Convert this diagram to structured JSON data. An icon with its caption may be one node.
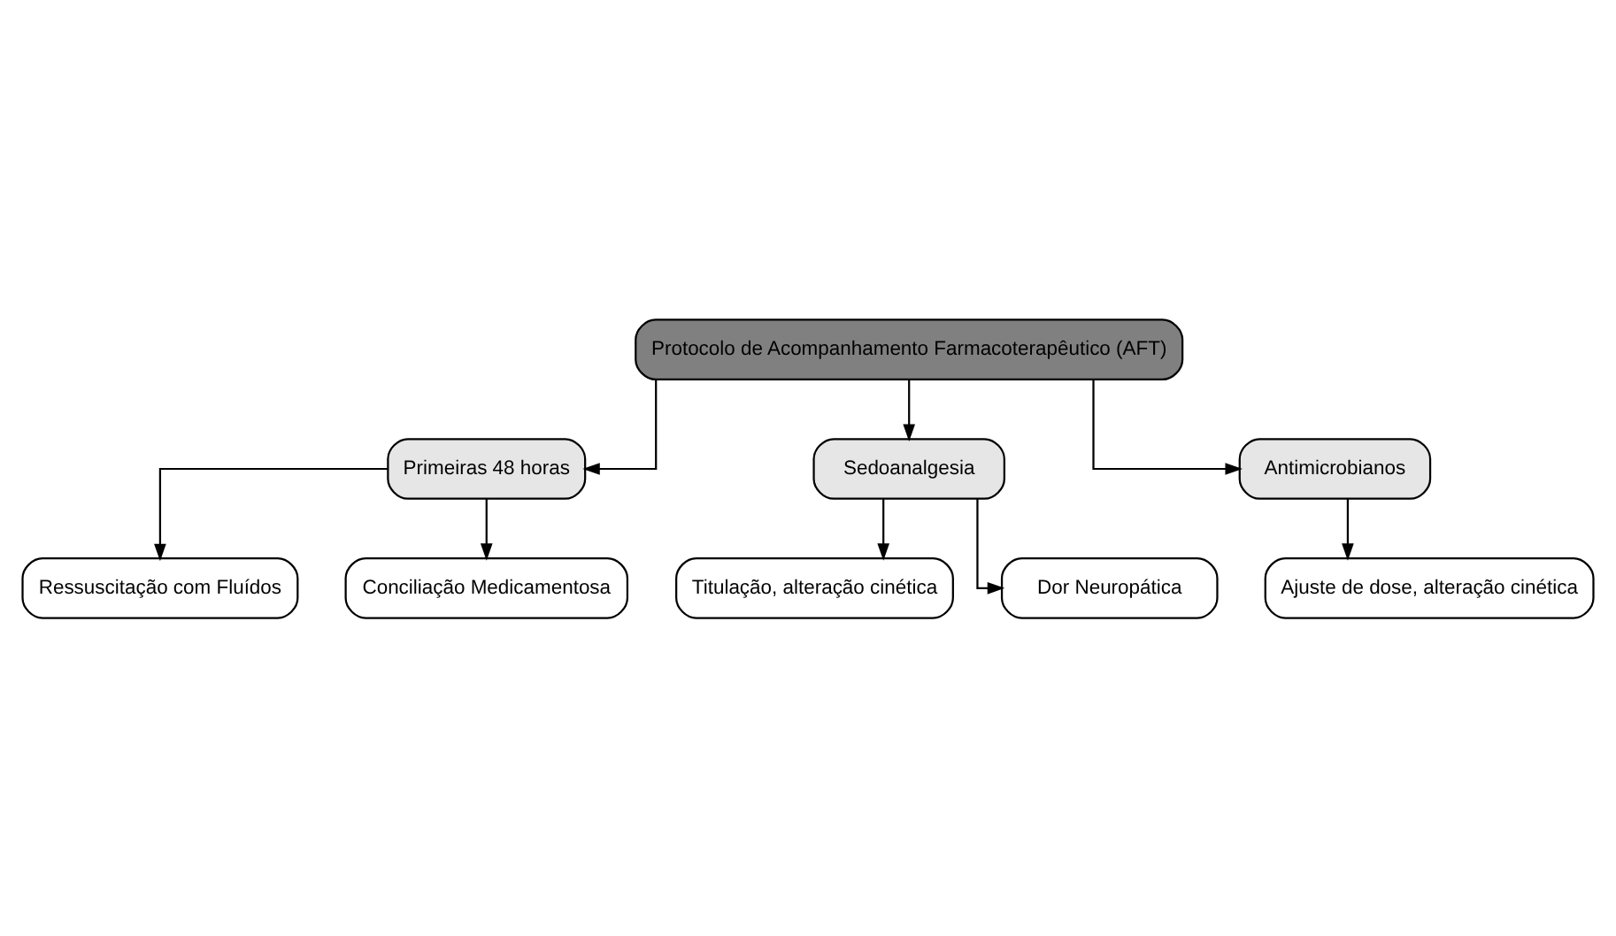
{
  "diagram": {
    "nodes": [
      {
        "text": [
          "Protocolo de Acompanhamento Farmacoterapêutico (AFT)"
        ]
      },
      {
        "text": [
          "Primeiras 48 horas"
        ]
      },
      {
        "text": [
          "Sedoanalgesia"
        ]
      },
      {
        "text": [
          "Antimicrobianos"
        ]
      },
      {
        "text": [
          "Ressuscitação com Fluídos"
        ]
      },
      {
        "text": [
          "Conciliação Medicamentosa"
        ]
      },
      {
        "text": [
          "Titulação, alteração cinética"
        ]
      },
      {
        "text": [
          "Dor Neuropática"
        ]
      },
      {
        "text": [
          "Ajuste de dose, alteração cinética"
        ]
      }
    ],
    "edges": [
      {
        "from": 0,
        "to": 1,
        "arrow": "to"
      },
      {
        "from": 0,
        "to": 2,
        "arrow": "to"
      },
      {
        "from": 0,
        "to": 3,
        "arrow": "to"
      },
      {
        "from": 1,
        "to": 4,
        "arrow": "to"
      },
      {
        "from": 1,
        "to": 5,
        "arrow": "to"
      },
      {
        "from": 2,
        "to": 6,
        "arrow": "to"
      },
      {
        "from": 2,
        "to": 7,
        "arrow": "to"
      },
      {
        "from": 3,
        "to": 8,
        "arrow": "to"
      }
    ]
  }
}
